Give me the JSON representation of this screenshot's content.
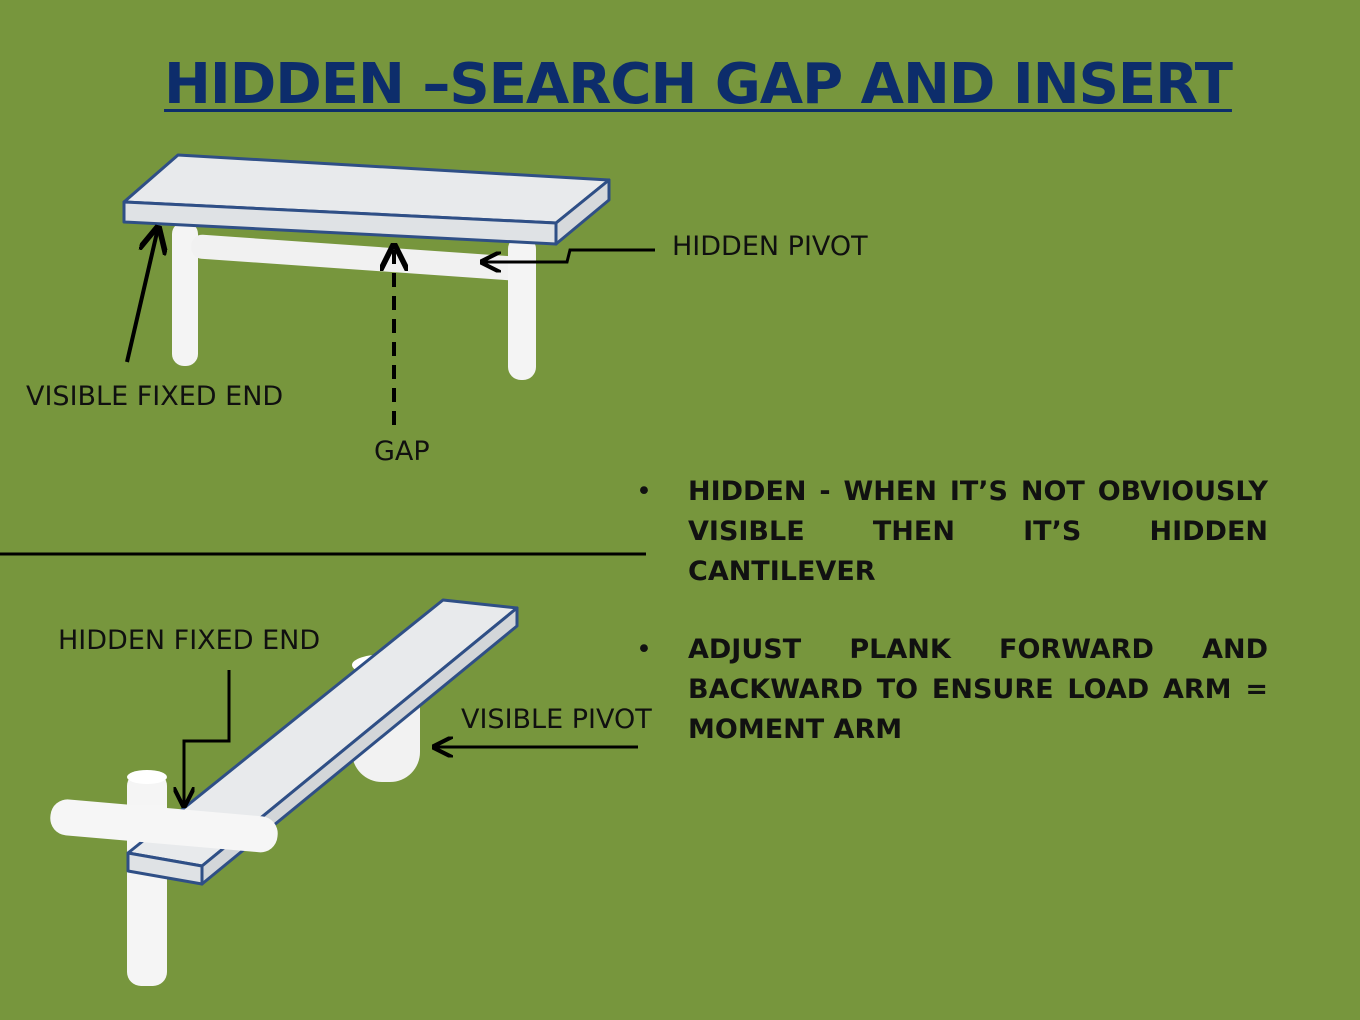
{
  "title": "HIDDEN –SEARCH GAP AND INSERT",
  "labels": {
    "hidden_pivot": "HIDDEN PIVOT",
    "visible_fixed_end": "VISIBLE FIXED END",
    "gap": "GAP",
    "hidden_fixed_end": "HIDDEN FIXED END",
    "visible_pivot": "VISIBLE PIVOT"
  },
  "bullets": [
    "HIDDEN - WHEN IT’S NOT OBVIOUSLY VISIBLE THEN IT’S HIDDEN CANTILEVER",
    "ADJUST PLANK FORWARD AND BACKWARD TO ENSURE LOAD ARM = MOMENT ARM"
  ],
  "colors": {
    "background": "#77963d",
    "title": "#0d2d6b",
    "plank_edge": "#2f4f86",
    "plank_face": "#e6e8ea"
  }
}
